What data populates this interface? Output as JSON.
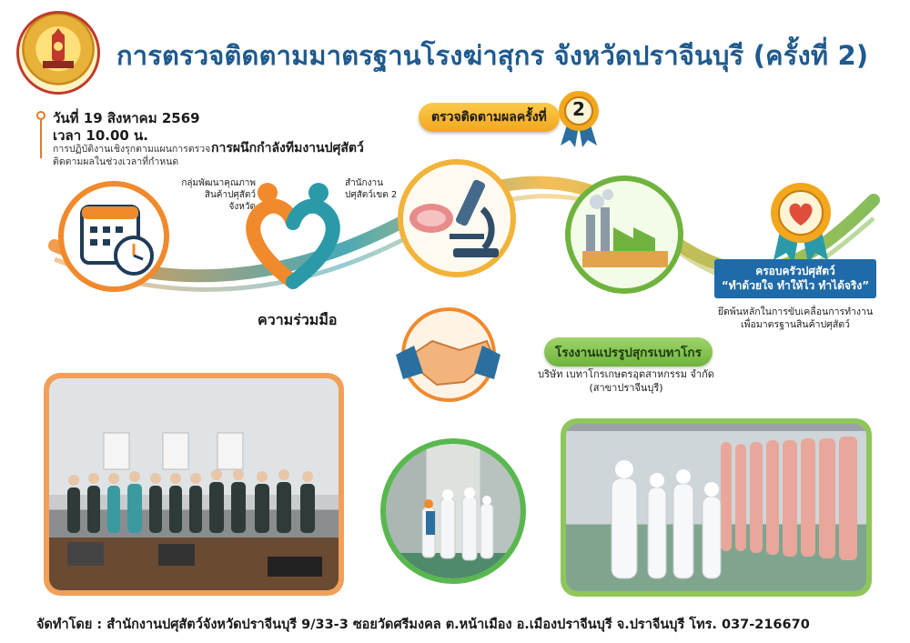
{
  "header": {
    "title": "การตรวจติดตามมาตรฐานโรงฆ่าสุกร จังหวัดปราจีนบุรี (ครั้งที่ 2)"
  },
  "schedule": {
    "date": "วันที่ 19 สิงหาคม 2569",
    "time": "เวลา 10.00 น.",
    "note": "การปฏิบัติงานเชิงรุกตามแผนการตรวจติดตามผลในช่วงเวลาที่กำหนด"
  },
  "team": {
    "headline": "การผนึกกำลังทีมงานปศุสัตว์",
    "left_label": "กลุ่มพัฒนาคุณภาพสินค้าปศุสัตว์จังหวัด",
    "right_label": "สำนักงานปศุสัตว์เขต 2",
    "caption": "ความร่วมมือ"
  },
  "followup": {
    "banner": "ตรวจติดตามผลครั้งที่",
    "number": "2"
  },
  "factory": {
    "badge": "โรงงานแปรรูปสุกรเบทาโกร",
    "company_line1": "บริษัท เบทาโกรเกษตรอุตสาหกรรม จำกัด",
    "company_line2": "(สาขาปราจีนบุรี)"
  },
  "family": {
    "line1": "ครอบครัวปศุสัตว์",
    "line2": "“ทำด้วยใจ ทำให้ไว ทำได้จริง”",
    "sub": "ยึดพ้นหลักในการขับเคลื่อนการทำงานเพื่อมาตรฐานสินค้าปศุสัตว์"
  },
  "footer": {
    "text": "จัดทำโดย : สำนักงานปศุสัตว์จังหวัดปราจีนบุรี 9/33-3 ซอยวัดศรีมงคล ต.หน้าเมือง อ.เมืองปราจีนบุรี จ.ปราจีนบุรี   โทร. 037-216670"
  },
  "icons": [
    "provincial-seal-icon",
    "calendar-icon",
    "clock-icon",
    "heart-people-icon",
    "microscope-icon",
    "meat-icon",
    "handshake-icon",
    "factory-icon",
    "rosette-icon",
    "heart-badge-icon"
  ],
  "colors": {
    "title": "#1e5a8e",
    "orange": "#f08a2c",
    "teal": "#2b9aa8",
    "gold": "#f2a71e",
    "green": "#6fb33e",
    "blue": "#1f6aa8"
  }
}
